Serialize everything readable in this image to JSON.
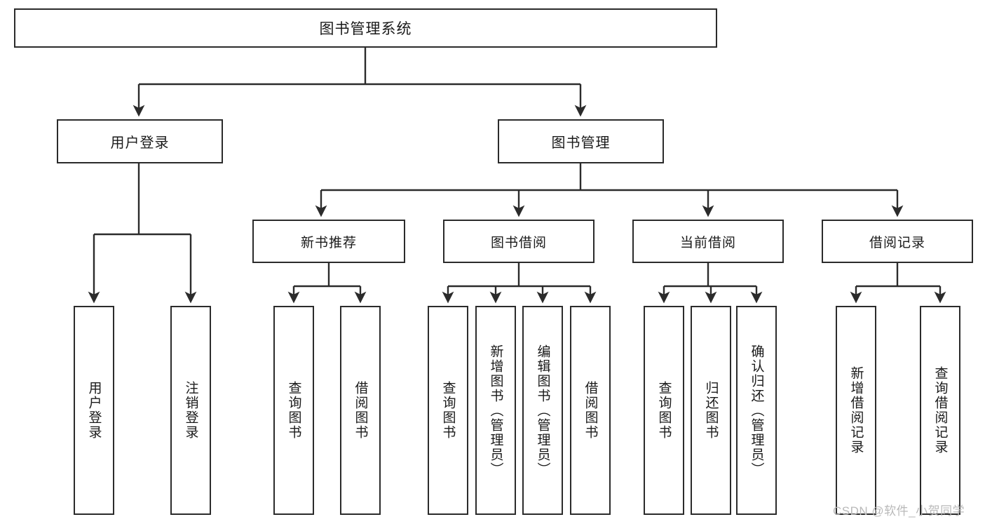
{
  "diagram": {
    "type": "tree-hierarchy",
    "title": "图书管理系统",
    "colors": {
      "stroke": "#2b2b2b",
      "fill": "#ffffff",
      "text": "#1a1a1a",
      "watermark": "#b9b9b9"
    },
    "root": {
      "label": "图书管理系统"
    },
    "level1": [
      {
        "label": "用户登录"
      },
      {
        "label": "图书管理"
      }
    ],
    "level2": [
      {
        "label": "新书推荐"
      },
      {
        "label": "图书借阅"
      },
      {
        "label": "当前借阅"
      },
      {
        "label": "借阅记录"
      }
    ],
    "leaves": {
      "user_login": [
        {
          "label": "用户登录"
        },
        {
          "label": "注销登录"
        }
      ],
      "new_book_recommend": [
        {
          "label": "查询图书"
        },
        {
          "label": "借阅图书"
        }
      ],
      "book_borrow": [
        {
          "label": "查询图书"
        },
        {
          "label": "新增图书（管理员）"
        },
        {
          "label": "编辑图书（管理员）"
        },
        {
          "label": "借阅图书"
        }
      ],
      "current_borrow": [
        {
          "label": "查询图书"
        },
        {
          "label": "归还图书"
        },
        {
          "label": "确认归还（管理员）"
        }
      ],
      "borrow_record": [
        {
          "label": "新增借阅记录"
        },
        {
          "label": "查询借阅记录"
        }
      ]
    }
  },
  "watermark": {
    "text": "CSDN @软件_小贺同学"
  }
}
